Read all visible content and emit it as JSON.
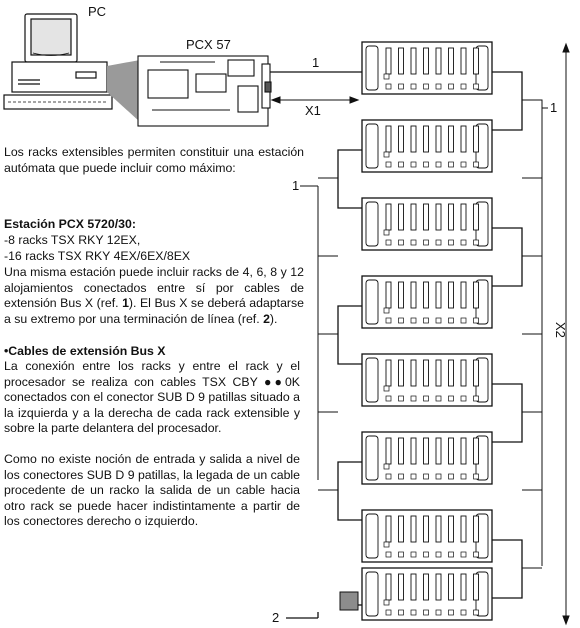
{
  "labels": {
    "pc": "PC",
    "pcx": "PCX 57",
    "ref1_top": "1",
    "x1": "X1",
    "ref1_right": "1",
    "ref1_left": "1",
    "x2": "X2",
    "ref2": "2"
  },
  "text": {
    "intro": "Los racks extensibles permiten constituir una estación autómata que puede incluir como máximo:",
    "station_heading": "Estación PCX 5720/30:",
    "station_line1": "-8 racks TSX RKY 12EX,",
    "station_line2": "-16 racks TSX RKY 4EX/6EX/8EX",
    "station_para_a": "Una misma estación puede incluir racks de 4, 6, 8 y 12 alojamientos conectados entre sí por cables de extensión Bus X (ref. ",
    "station_para_ref1": "1",
    "station_para_b": "). El Bus X se deberá adaptarse a su extremo por una terminación de línea (ref. ",
    "station_para_ref2": "2",
    "station_para_c": ").",
    "cables_heading": "•Cables de extensión Bus X",
    "cables_para1": "La conexión entre los racks y entre el rack y el procesador se realiza con cables TSX CBY ●●0K conectados con el conector SUB D 9 patillas situado a la izquierda y a la derecha de cada rack extensible y sobre la parte delantera del procesador.",
    "cables_para2": "Como no existe noción de entrada y salida a nivel de los conectores SUB D 9 patillas, la legada de un cable procedente de un racko la salida de un cable hacia otro rack se puede hacer indistintamente a partir de los conectores derecho o izquierdo."
  },
  "colors": {
    "line": "#111111",
    "terminator": "#8c8c8c",
    "screen": "#d8d8d8"
  }
}
